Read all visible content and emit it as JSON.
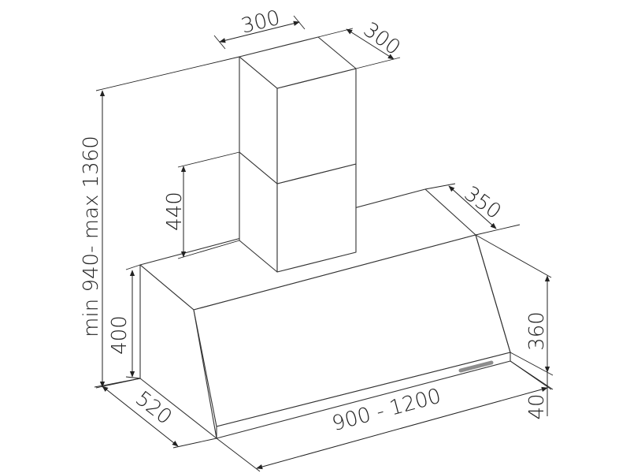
{
  "colors": {
    "line": "#333333",
    "text": "#222222",
    "control": "#8c8c8c"
  },
  "dimensions": {
    "chimney_width": "300",
    "chimney_depth": "300",
    "total_height": "min 940- max 1360",
    "upper_chimney_height": "440",
    "hood_top_depth": "350",
    "hood_back_height": "400",
    "hood_front_height": "360",
    "bottom_strip_height": "40",
    "hood_depth": "520",
    "hood_width": "900 - 1200"
  }
}
